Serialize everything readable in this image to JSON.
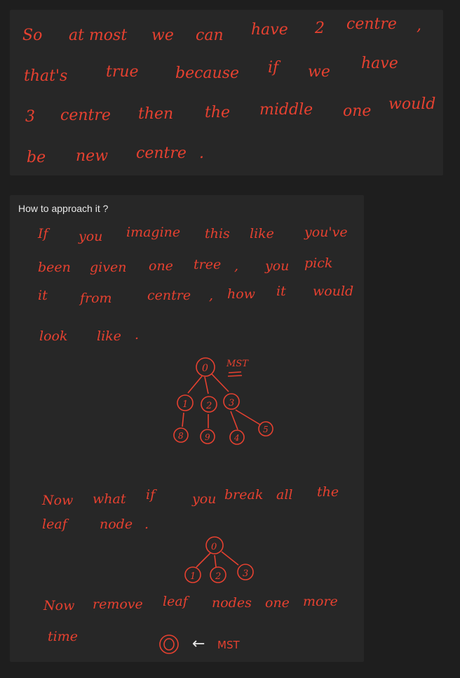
{
  "top_note": {
    "lines": [
      [
        "So",
        "at most",
        "we",
        "can",
        "have",
        "2",
        "centre",
        ","
      ],
      [
        "that's",
        "true",
        "because",
        "if",
        "we",
        "have"
      ],
      [
        "3",
        "centre",
        "then",
        "the",
        "middle",
        "one",
        "would"
      ],
      [
        "be",
        "new",
        "centre",
        "."
      ]
    ]
  },
  "bottom_note": {
    "heading": "How to approach it ?",
    "paragraph1": [
      [
        "If",
        "you",
        "imagine",
        "this",
        "like",
        "you've"
      ],
      [
        "been",
        "given",
        "one",
        "tree",
        ",",
        "you",
        "pick"
      ],
      [
        "it",
        "from",
        "centre",
        ",",
        "how",
        "it",
        "would"
      ],
      [
        "look",
        "like",
        "."
      ]
    ],
    "tree1": {
      "root": "0",
      "root_annotation": "MST",
      "level1": [
        "1",
        "2",
        "3"
      ],
      "level2": [
        "8",
        "9",
        "4",
        "5"
      ]
    },
    "paragraph2": [
      [
        "Now",
        "what",
        "if",
        "you",
        "break",
        "all",
        "the"
      ],
      [
        "leaf",
        "node",
        "."
      ]
    ],
    "tree2": {
      "root": "0",
      "children": [
        "1",
        "2",
        "3"
      ]
    },
    "paragraph3": [
      [
        "Now",
        "remove",
        "leaf",
        "nodes",
        "one",
        "more"
      ],
      [
        "time"
      ]
    ],
    "final": {
      "node": "0",
      "arrow": "←",
      "label": "MST"
    }
  },
  "colors": {
    "ink": "#e64130",
    "card": "#272727",
    "background": "#1e1e1e",
    "heading_text": "#e8e8e8"
  }
}
